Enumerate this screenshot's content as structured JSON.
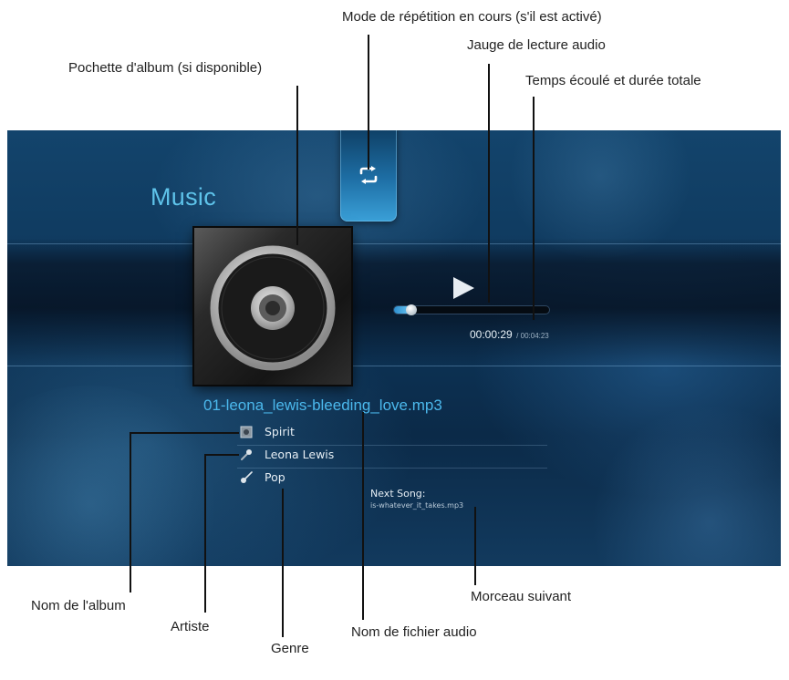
{
  "callouts": {
    "repeat_mode": "Mode de répétition en cours (s'il est activé)",
    "progress_gauge": "Jauge de lecture audio",
    "album_art": "Pochette d'album (si disponible)",
    "time": "Temps écoulé et durée totale",
    "album_name": "Nom de l'album",
    "artist": "Artiste",
    "genre": "Genre",
    "filename": "Nom de fichier audio",
    "next_song": "Morceau suivant"
  },
  "screen": {
    "title": "Music",
    "now_playing": {
      "filename": "01-leona_lewis-bleeding_love.mp3",
      "album": "Spirit",
      "artist": "Leona Lewis",
      "genre": "Pop",
      "elapsed": "00:00:29",
      "total": "/ 00:04:23",
      "progress_fraction": 0.11
    },
    "next": {
      "label": "Next Song:",
      "filename": "is-whatever_it_takes.mp3"
    },
    "icons": {
      "repeat": "repeat-icon",
      "play": "play-icon",
      "album_art": "disc-icon",
      "album": "album-icon",
      "artist": "microphone-icon",
      "genre": "guitar-icon"
    },
    "colors": {
      "accent": "#5ec3ea",
      "filename": "#4bb8ec",
      "progress": "#2e8fd0"
    }
  }
}
